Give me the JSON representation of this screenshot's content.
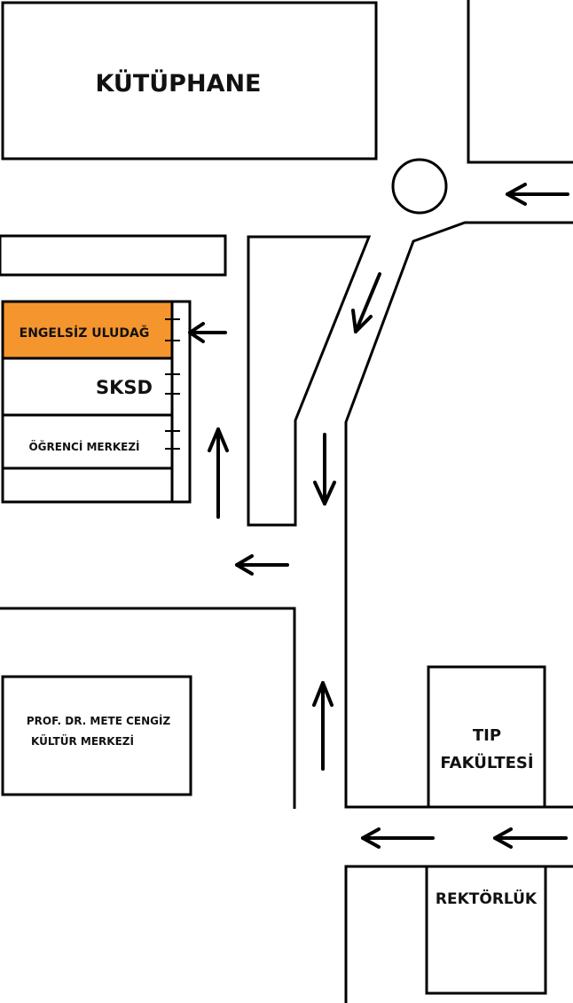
{
  "colors": {
    "highlight": "#f5952e",
    "ink": "#000000",
    "background": "#ffffff"
  },
  "buildings": {
    "library": "KÜTÜPHANE",
    "disabled_office": "ENGELSİZ ULUDAĞ",
    "sksd": "SKSD",
    "student_center": "ÖĞRENCİ MERKEZİ",
    "culture_center_line1": "PROF. DR. METE CENGİZ",
    "culture_center_line2": "KÜLTÜR MERKEZİ",
    "medical_faculty_line1": "TIP",
    "medical_faculty_line2": "FAKÜLTESİ",
    "rectorate": "REKTÖRLÜK"
  },
  "icons": {
    "roundabout": "roundabout-icon",
    "arrows": [
      "arrow-left-icon",
      "arrow-down-icon",
      "arrow-up-icon"
    ]
  }
}
